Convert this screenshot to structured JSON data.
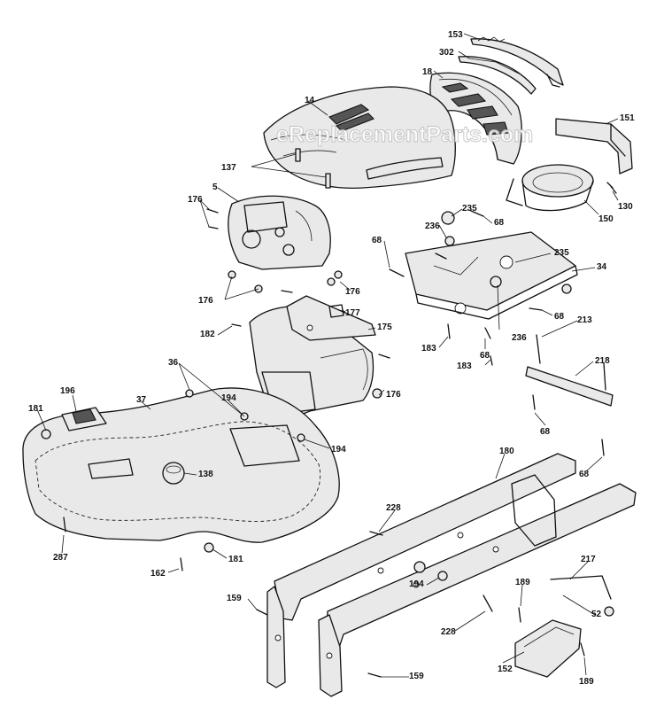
{
  "watermark": "eReplacementParts.com",
  "callouts": [
    {
      "id": "c153",
      "label": "153"
    },
    {
      "id": "c302",
      "label": "302"
    },
    {
      "id": "c18",
      "label": "18"
    },
    {
      "id": "c14",
      "label": "14"
    },
    {
      "id": "c151",
      "label": "151"
    },
    {
      "id": "c137",
      "label": "137"
    },
    {
      "id": "c5",
      "label": "5"
    },
    {
      "id": "c176a",
      "label": "176"
    },
    {
      "id": "c235a",
      "label": "235"
    },
    {
      "id": "c130",
      "label": "130"
    },
    {
      "id": "c150",
      "label": "150"
    },
    {
      "id": "c236a",
      "label": "236"
    },
    {
      "id": "c68a",
      "label": "68"
    },
    {
      "id": "c68b",
      "label": "68"
    },
    {
      "id": "c235b",
      "label": "235"
    },
    {
      "id": "c34",
      "label": "34"
    },
    {
      "id": "c176b",
      "label": "176"
    },
    {
      "id": "c176c",
      "label": "176"
    },
    {
      "id": "c177",
      "label": "177"
    },
    {
      "id": "c68c",
      "label": "68"
    },
    {
      "id": "c213",
      "label": "213"
    },
    {
      "id": "c175",
      "label": "175"
    },
    {
      "id": "c182",
      "label": "182"
    },
    {
      "id": "c236b",
      "label": "236"
    },
    {
      "id": "c183a",
      "label": "183"
    },
    {
      "id": "c68d",
      "label": "68"
    },
    {
      "id": "c183b",
      "label": "183"
    },
    {
      "id": "c36",
      "label": "36"
    },
    {
      "id": "c218",
      "label": "218"
    },
    {
      "id": "c176d",
      "label": "176"
    },
    {
      "id": "c196",
      "label": "196"
    },
    {
      "id": "c194a",
      "label": "194"
    },
    {
      "id": "c37",
      "label": "37"
    },
    {
      "id": "c181a",
      "label": "181"
    },
    {
      "id": "c68e",
      "label": "68"
    },
    {
      "id": "c194b",
      "label": "194"
    },
    {
      "id": "c180",
      "label": "180"
    },
    {
      "id": "c68f",
      "label": "68"
    },
    {
      "id": "c138",
      "label": "138"
    },
    {
      "id": "c228a",
      "label": "228"
    },
    {
      "id": "c287",
      "label": "287"
    },
    {
      "id": "c181b",
      "label": "181"
    },
    {
      "id": "c162",
      "label": "162"
    },
    {
      "id": "c217",
      "label": "217"
    },
    {
      "id": "c194c",
      "label": "194"
    },
    {
      "id": "c189a",
      "label": "189"
    },
    {
      "id": "c159a",
      "label": "159"
    },
    {
      "id": "c52",
      "label": "52"
    },
    {
      "id": "c228b",
      "label": "228"
    },
    {
      "id": "c152",
      "label": "152"
    },
    {
      "id": "c159b",
      "label": "159"
    },
    {
      "id": "c189b",
      "label": "189"
    }
  ]
}
